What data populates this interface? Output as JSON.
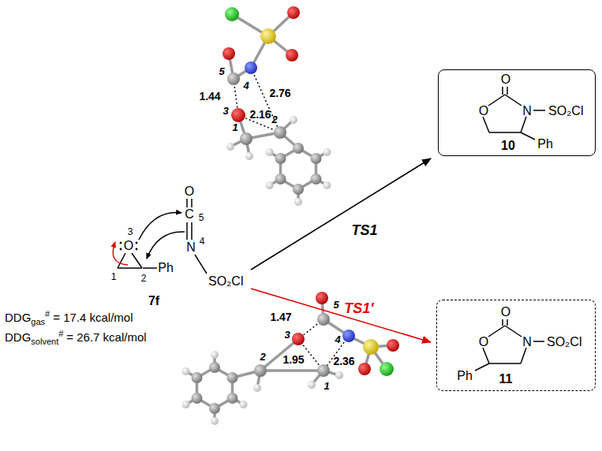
{
  "diagram": {
    "nodes": [
      {
        "text": [
          "O",
          "O",
          "N",
          "SO₂Cl",
          "Ph",
          "10"
        ]
      },
      {
        "text": [
          "O",
          "O",
          "N",
          "SO₂Cl",
          "Ph",
          "11"
        ]
      }
    ],
    "labels": [
      "5",
      "4",
      "1.44",
      "3",
      "2.16",
      "2.76",
      "1",
      "2",
      "O",
      "C",
      "5",
      "3",
      "O",
      "N",
      "4",
      "1",
      "2",
      "Ph",
      "SO₂Cl",
      "7f",
      "DDG",
      "gas",
      "#",
      "= 17.4 kcal/mol",
      "DDG",
      "solvent",
      "#",
      "= 26.7 kcal/mol",
      "TS1",
      "TS1'",
      "5",
      "1.47",
      "4",
      "3",
      "1.95",
      "2.36",
      "2",
      "1"
    ]
  }
}
